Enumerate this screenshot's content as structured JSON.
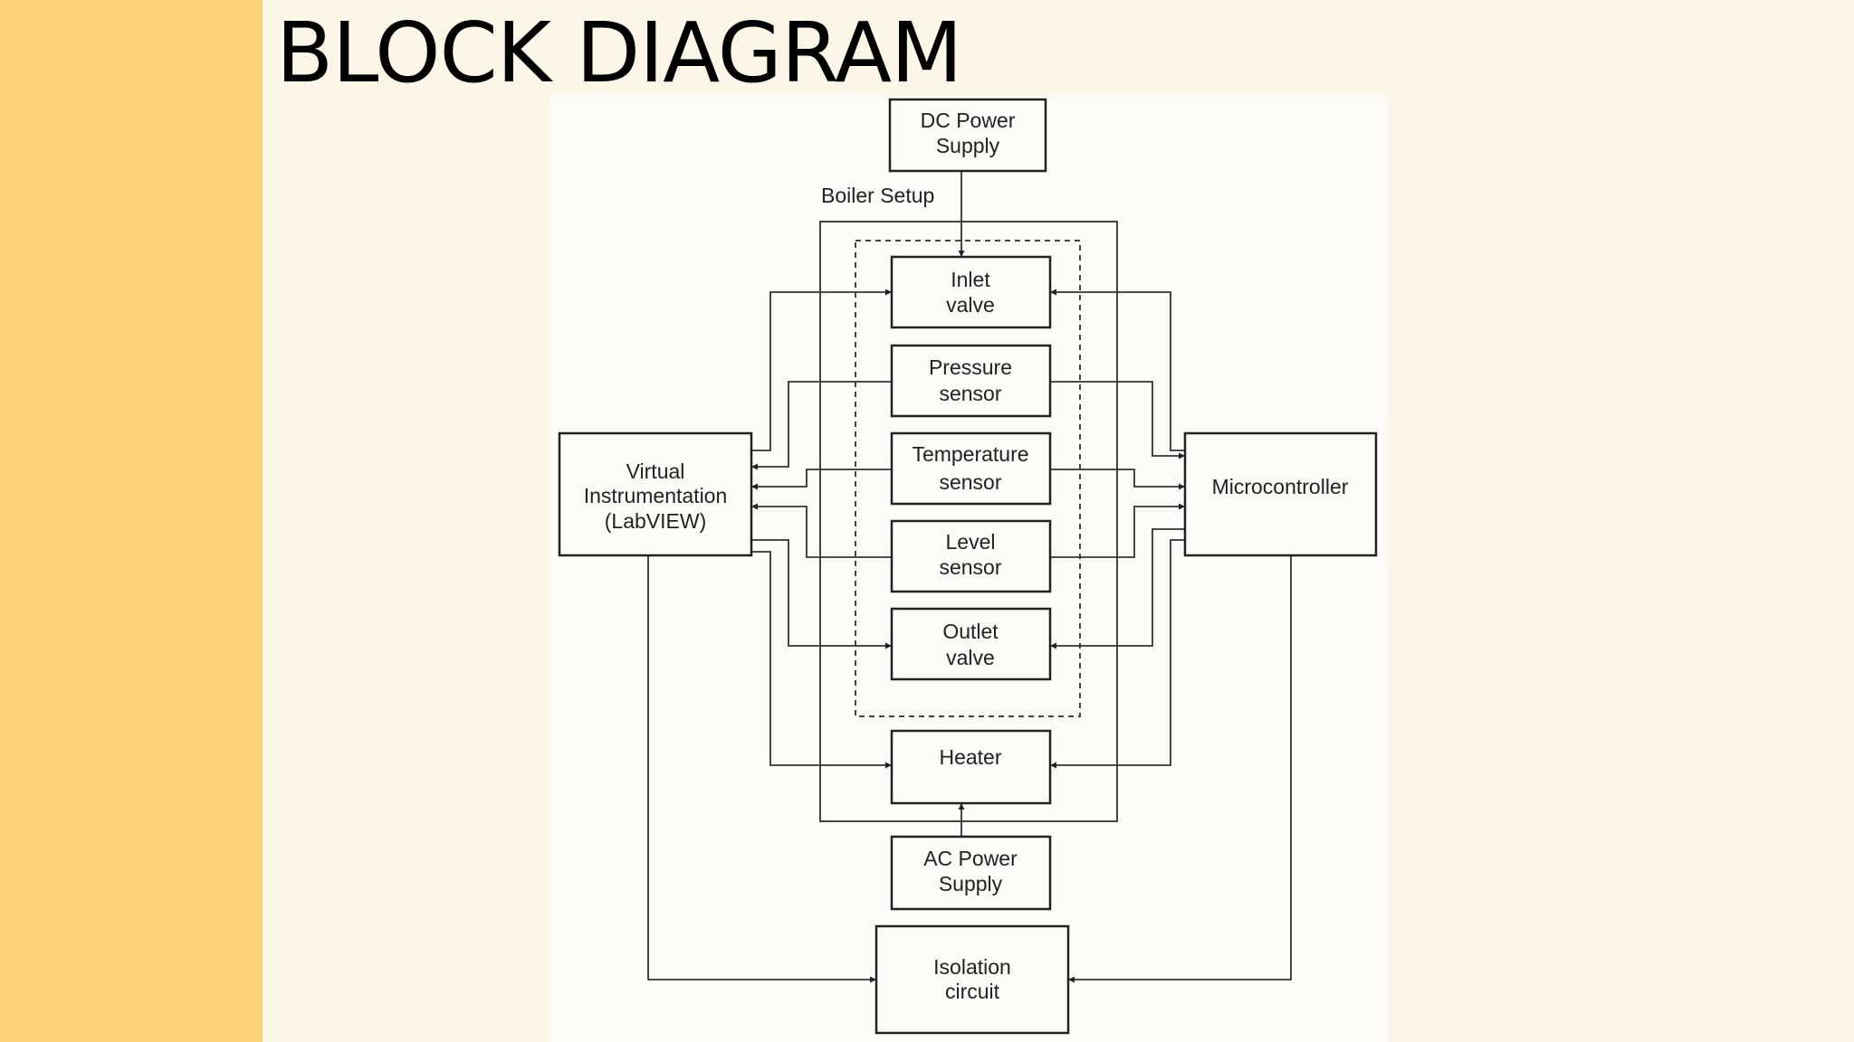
{
  "slide": {
    "title": "BLOCK DIAGRAM"
  },
  "colors": {
    "sidebar": "#f8d275",
    "background": "#fcf6e8",
    "figure": "#fdfbf7",
    "ink": "#222222"
  },
  "diagram": {
    "group_label": "Boiler Setup",
    "blocks": {
      "dc_power_supply": [
        "DC Power",
        "Supply"
      ],
      "inlet_valve": [
        "Inlet",
        "valve"
      ],
      "pressure_sensor": [
        "Pressure",
        "sensor"
      ],
      "temperature_sensor": [
        "Temperature",
        "sensor"
      ],
      "level_sensor": [
        "Level",
        "sensor"
      ],
      "outlet_valve": [
        "Outlet",
        "valve"
      ],
      "heater": [
        "Heater"
      ],
      "ac_power_supply": [
        "AC Power",
        "Supply"
      ],
      "isolation_circuit": [
        "Isolation",
        "circuit"
      ],
      "virtual_instrumentation": [
        "Virtual",
        "Instrumentation",
        "(LabVIEW)"
      ],
      "microcontroller": [
        "Microcontroller"
      ]
    }
  }
}
